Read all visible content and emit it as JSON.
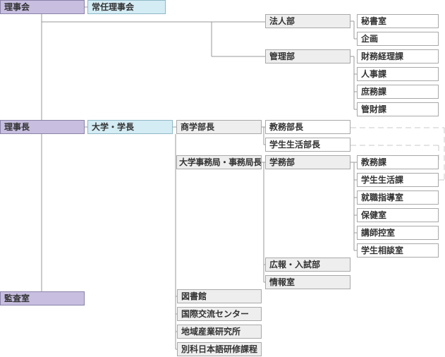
{
  "org": {
    "board": "理事会",
    "standing_board": "常任理事会",
    "corporate_dept": "法人部",
    "secretariat": "秘書室",
    "planning": "企画",
    "admin_dept": "管理部",
    "finance_accounting": "財務経理課",
    "hr": "人事課",
    "general_affairs": "庶務課",
    "facilities": "管財課",
    "chairman": "理事長",
    "president": "大学・学長",
    "dean_commerce": "商学部長",
    "academic_dept_head": "教務部長",
    "student_life_head": "学生生活部長",
    "admin_bureau_head": "大学事務局・事務局長",
    "academic_affairs_dept": "学務部",
    "academic_section": "教務課",
    "student_life_section": "学生生活課",
    "career_guidance": "就職指導室",
    "health_room": "保健室",
    "lecturer_lounge": "講師控室",
    "student_counseling": "学生相談室",
    "pr_admissions": "広報・入試部",
    "information": "情報室",
    "auditor": "監査室",
    "library": "図書館",
    "intl_exchange": "国際交流センター",
    "regional_research": "地域産業研究所",
    "japanese_course": "別科日本語研修課程"
  }
}
